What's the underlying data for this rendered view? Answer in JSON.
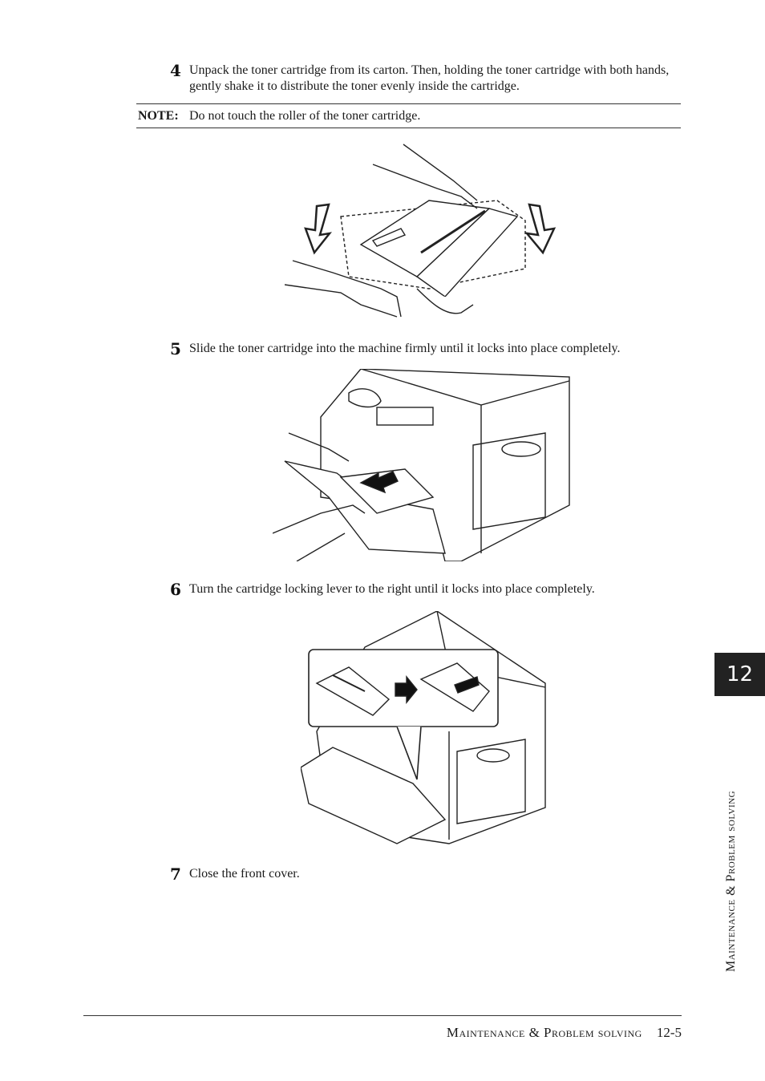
{
  "steps": [
    {
      "num": "4",
      "text": "Unpack the toner cartridge from its carton. Then, holding the toner cartridge with both hands, gently shake it to distribute the toner evenly inside the cartridge."
    },
    {
      "num": "5",
      "text": "Slide the toner cartridge into the machine firmly until it locks into place completely."
    },
    {
      "num": "6",
      "text": "Turn the cartridge locking lever to the right until it locks into place completely."
    },
    {
      "num": "7",
      "text": "Close the front cover."
    }
  ],
  "note": {
    "label": "NOTE:",
    "text": "Do not touch the roller of the toner cartridge."
  },
  "chapter_tab": "12",
  "side_label": "Maintenance & Problem solving",
  "footer": {
    "title": "Maintenance & Problem solving",
    "page": "12-5"
  }
}
